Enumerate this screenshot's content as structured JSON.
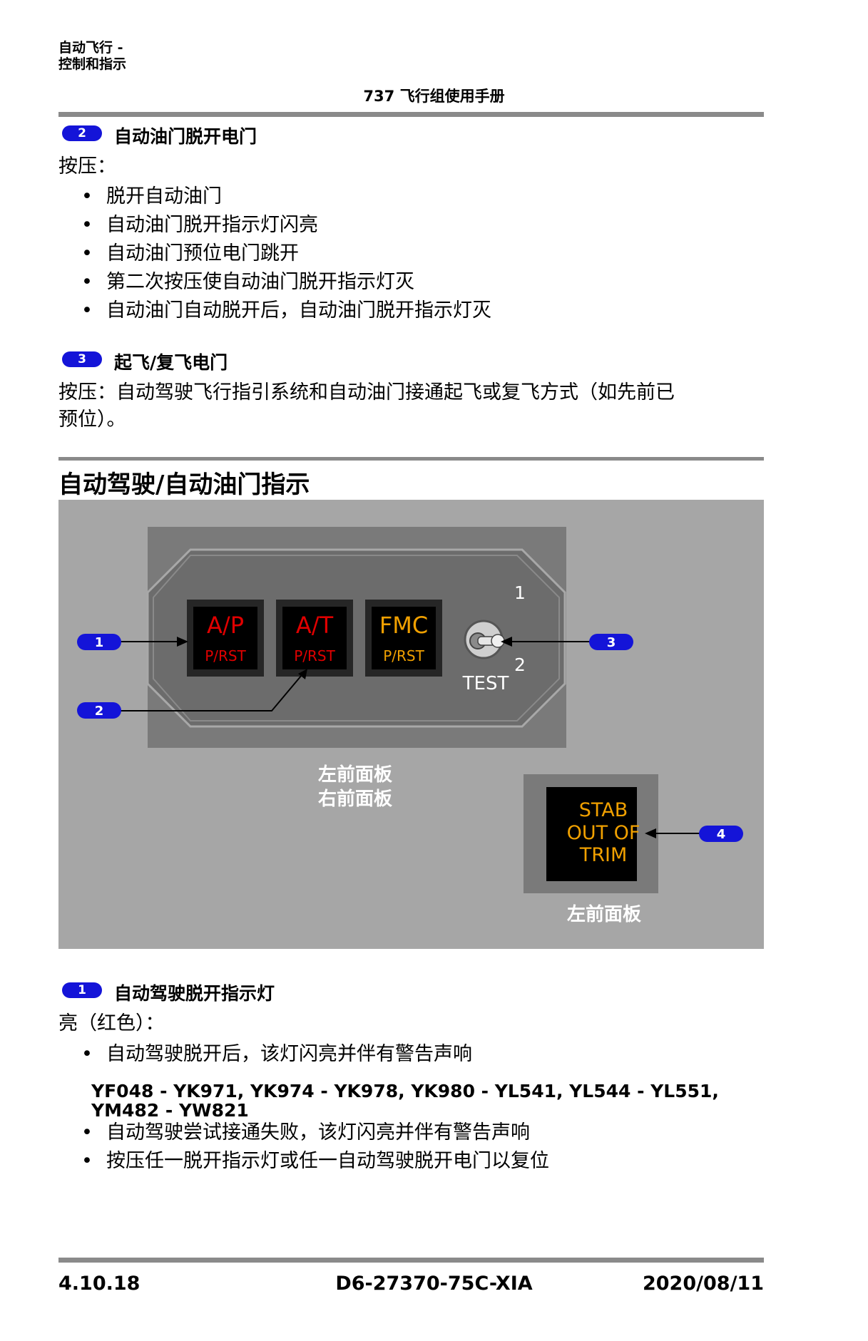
{
  "header": {
    "chapter_line1": "自动飞行 -",
    "chapter_line2": "控制和指示",
    "manual_title": "737 飞行组使用手册"
  },
  "section_2": {
    "badge": "2",
    "title": "自动油门脱开电门",
    "intro": "按压：",
    "bullets": [
      "脱开自动油门",
      "自动油门脱开指示灯闪亮",
      "自动油门预位电门跳开",
      "第二次按压使自动油门脱开指示灯灭",
      "自动油门自动脱开后，自动油门脱开指示灯灭"
    ]
  },
  "section_3": {
    "badge": "3",
    "title": "起飞/复飞电门",
    "text_line1": "按压：自动驾驶飞行指引系统和自动油门接通起飞或复飞方式（如先前已",
    "text_line2": "预位）。"
  },
  "indication_heading": "自动驾驶/自动油门指示",
  "figure": {
    "lights": [
      {
        "main": "A/P",
        "sub": "P/RST",
        "color": "#e00000"
      },
      {
        "main": "A/T",
        "sub": "P/RST",
        "color": "#e00000"
      },
      {
        "main": "FMC",
        "sub": "P/RST",
        "color": "#f0a000"
      }
    ],
    "switch_pos_1": "1",
    "switch_pos_2": "2",
    "switch_label": "TEST",
    "panel_label_left": "左前面板",
    "panel_label_right": "右前面板",
    "stab_lines": [
      "STAB",
      "OUT OF",
      "TRIM"
    ],
    "stab_color": "#f0a000",
    "stab_panel_label": "左前面板",
    "callouts": [
      "1",
      "2",
      "3",
      "4"
    ]
  },
  "section_1": {
    "badge": "1",
    "title": "自动驾驶脱开指示灯",
    "intro": "亮（红色）：",
    "bullet1": "自动驾驶脱开后，该灯闪亮并伴有警告声响",
    "effectivity_line1": "YF048 - YK971, YK974 - YK978, YK980 - YL541, YL544 - YL551,",
    "effectivity_line2": "YM482 - YW821",
    "bullets2": [
      "自动驾驶尝试接通失败，该灯闪亮并伴有警告声响",
      "按压任一脱开指示灯或任一自动驾驶脱开电门以复位"
    ]
  },
  "footer": {
    "page": "4.10.18",
    "doc_number": "D6-27370-75C-XIA",
    "date": "2020/08/11"
  }
}
